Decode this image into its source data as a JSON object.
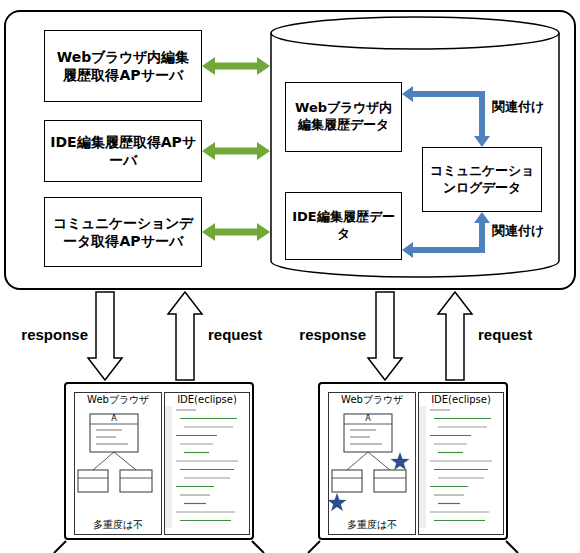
{
  "diagram": {
    "nodes": [
      {
        "text": []
      },
      {
        "text": [
          "Webブラウザ内編集履歴取得APサーバ"
        ],
        "in": 0
      },
      {
        "text": [
          "IDE編集履歴取得APサーバ"
        ],
        "in": 0
      },
      {
        "text": [
          "コミュニケーションデータ取得APサーバ"
        ],
        "in": 0
      },
      {
        "text": [],
        "in": 0
      },
      {
        "text": [
          "Webブラウザ内編集履歴データ"
        ],
        "in": 4
      },
      {
        "text": [
          "コミュニケーションログデータ"
        ],
        "in": 4
      },
      {
        "text": [
          "IDE編集履歴データ"
        ],
        "in": 4
      },
      {
        "text": []
      },
      {
        "text": [
          "Webブラウザ",
          "多重度は不"
        ],
        "in": 8
      },
      {
        "text": [
          "IDE(eclipse)"
        ],
        "in": 8
      },
      {
        "text": []
      },
      {
        "text": [
          "Webブラウザ",
          "多重度は不"
        ],
        "in": 11
      },
      {
        "text": [
          "IDE(eclipse)"
        ],
        "in": 11
      }
    ],
    "edges": [
      {
        "from": 1,
        "to": 4,
        "arrow": "both"
      },
      {
        "from": 2,
        "to": 4,
        "arrow": "both"
      },
      {
        "from": 3,
        "to": 4,
        "arrow": "both"
      },
      {
        "from": 5,
        "to": 6,
        "label": "関連付け",
        "arrow": "both"
      },
      {
        "from": 7,
        "to": 6,
        "label": "関連付け",
        "arrow": "both"
      },
      {
        "from": 0,
        "to": 8,
        "label": "response",
        "arrow": "to"
      },
      {
        "from": 8,
        "to": 0,
        "label": "request",
        "arrow": "to"
      },
      {
        "from": 0,
        "to": 11,
        "label": "response",
        "arrow": "to"
      },
      {
        "from": 11,
        "to": 0,
        "label": "request",
        "arrow": "to"
      }
    ],
    "labels": [
      "A",
      "A"
    ]
  }
}
